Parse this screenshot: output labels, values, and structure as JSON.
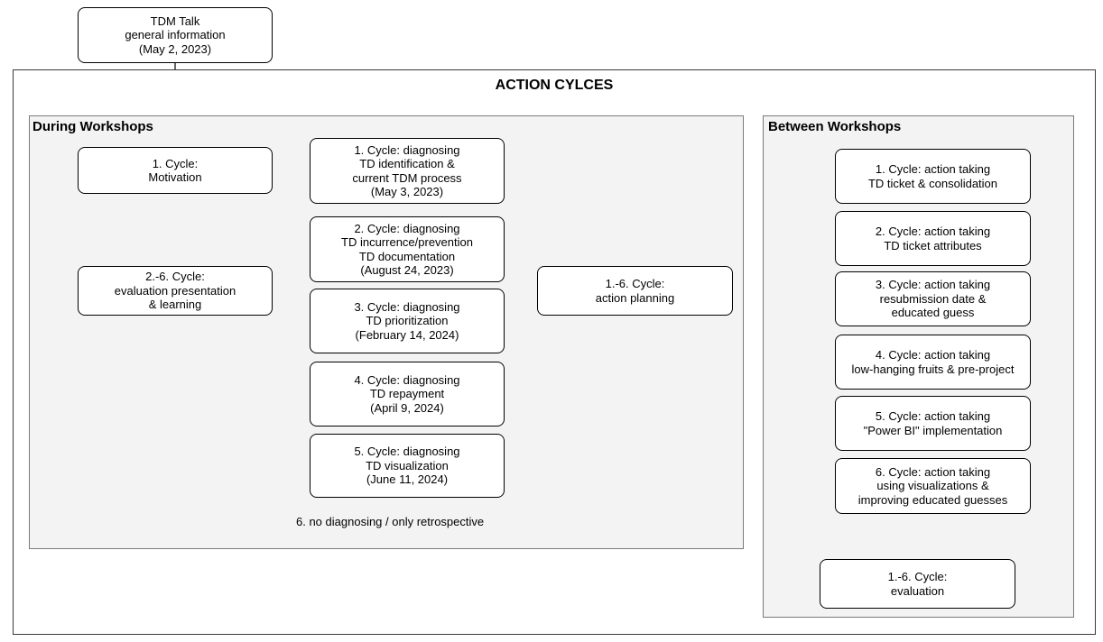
{
  "title": "ACTION CYLCES",
  "regions": {
    "during": "During Workshops",
    "between": "Between Workshops"
  },
  "nodes": {
    "tdm_talk": [
      "TDM Talk",
      "general information",
      "(May 2, 2023)"
    ],
    "cycle1_motivation": [
      "1. Cycle:",
      "Motivation"
    ],
    "eval_presentation": [
      "2.-6. Cycle:",
      "evaluation presentation",
      "& learning"
    ],
    "diag1": [
      "1. Cycle: diagnosing",
      "TD identification &",
      "current TDM process",
      "(May 3, 2023)"
    ],
    "diag2": [
      "2. Cycle: diagnosing",
      "TD incurrence/prevention",
      "TD documentation",
      "(August 24, 2023)"
    ],
    "diag3": [
      "3. Cycle: diagnosing",
      "TD prioritization",
      "(February 14, 2024)"
    ],
    "diag4": [
      "4. Cycle: diagnosing",
      "TD repayment",
      "(April 9, 2024)"
    ],
    "diag5": [
      "5. Cycle: diagnosing",
      "TD visualization",
      "(June 11, 2024)"
    ],
    "planning": [
      "1.-6. Cycle:",
      "action planning"
    ],
    "act1": [
      "1. Cycle: action taking",
      "TD ticket & consolidation"
    ],
    "act2": [
      "2. Cycle: action taking",
      "TD ticket attributes"
    ],
    "act3": [
      "3. Cycle: action taking",
      "resubmission date &",
      "educated guess"
    ],
    "act4": [
      "4. Cycle: action taking",
      "low-hanging fruits & pre-project"
    ],
    "act5": [
      "5. Cycle: action taking",
      "\"Power BI\" implementation"
    ],
    "act6": [
      "6. Cycle: action taking",
      "using visualizations &",
      "improving educated guesses"
    ],
    "evaluation": [
      "1.-6. Cycle:",
      "evaluation"
    ]
  },
  "edge_labels": {
    "retrospective": "6. no diagnosing  / only retrospective"
  }
}
